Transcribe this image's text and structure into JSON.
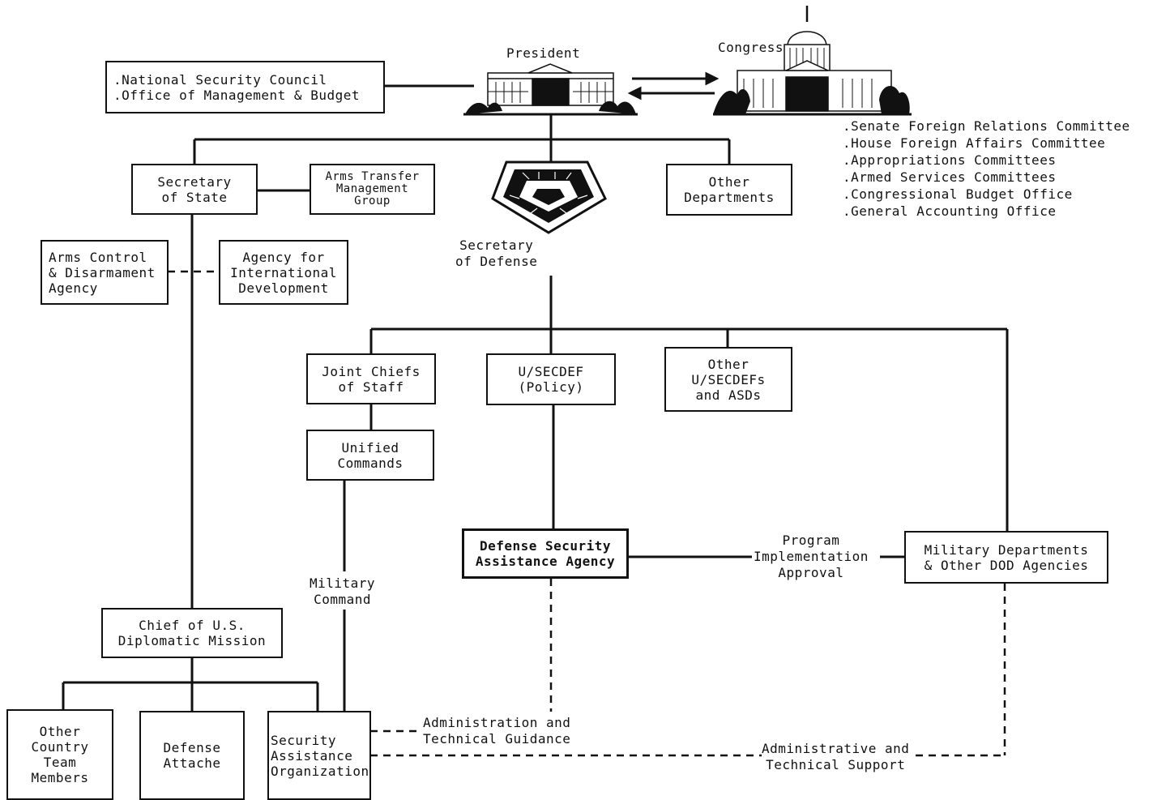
{
  "nodes": {
    "nsc_omb": [
      ".National Security Council",
      ".Office of Management & Budget"
    ],
    "president": "President",
    "congress": "Congress",
    "congress_committees": [
      ".Senate Foreign Relations Committee",
      ".House Foreign Affairs Committee",
      ".Appropriations Committees",
      ".Armed Services Committees",
      ".Congressional Budget Office",
      ".General Accounting Office"
    ],
    "secstate": [
      "Secretary",
      "of State"
    ],
    "atmg": [
      "Arms Transfer",
      "Management",
      "Group"
    ],
    "other_depts": [
      "Other",
      "Departments"
    ],
    "secdef": [
      "Secretary",
      "of Defense"
    ],
    "acda": [
      "Arms Control",
      "& Disarmament",
      "Agency"
    ],
    "aid": [
      "Agency for",
      "International",
      "Development"
    ],
    "jcs": [
      "Joint Chiefs",
      "of Staff"
    ],
    "usecdef": [
      "U/SECDEF",
      "(Policy)"
    ],
    "other_usecdef": [
      "Other",
      "U/SECDEFs",
      "and ASDs"
    ],
    "unified": [
      "Unified",
      "Commands"
    ],
    "dsaa": [
      "Defense Security",
      "Assistance Agency"
    ],
    "mildepts": [
      "Military Departments",
      "& Other DOD Agencies"
    ],
    "chief_mission": [
      "Chief of U.S.",
      "Diplomatic Mission"
    ],
    "other_country": [
      "Other",
      "Country",
      "Team",
      "Members"
    ],
    "defense_attache": [
      "Defense",
      "Attache"
    ],
    "sao": [
      "Security",
      "Assistance",
      "Organization"
    ]
  },
  "edge_labels": {
    "program": [
      "Program",
      "Implementation",
      "Approval"
    ],
    "military_command": [
      "Military",
      "Command"
    ],
    "admin_tech_guidance": [
      "Administration and",
      "Technical Guidance"
    ],
    "admin_tech_support": [
      "Administrative and",
      "Technical Support"
    ]
  },
  "icons": [
    "white-house-icon",
    "capitol-icon",
    "pentagon-icon"
  ]
}
